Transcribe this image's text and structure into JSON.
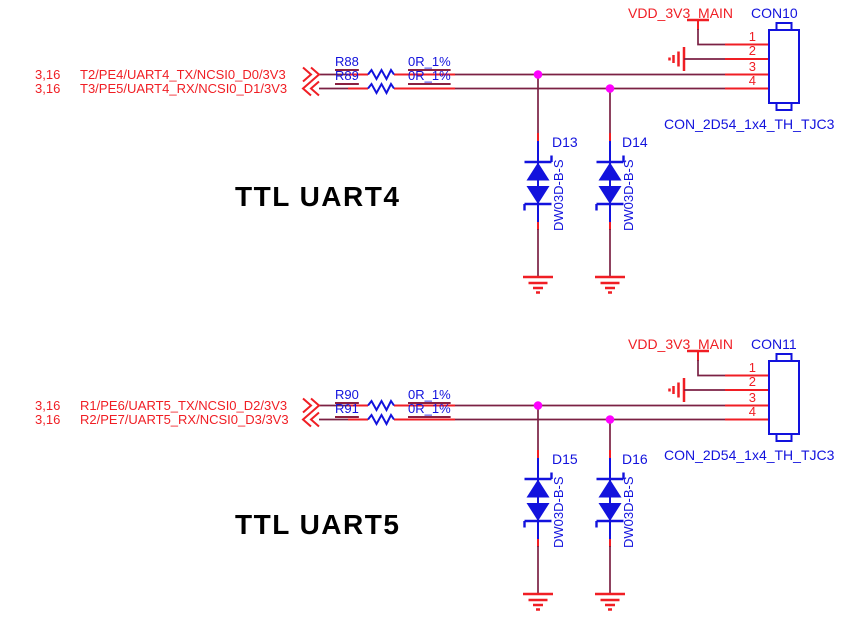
{
  "colors": {
    "wire": "#7b2144",
    "component_red": "#f01e24",
    "component_blue": "#1212dd",
    "junction": "#ff00ff",
    "title_text": "#000000",
    "background": "#ffffff"
  },
  "sections": [
    {
      "title": "TTL UART4",
      "rows": [
        {
          "refs": "3,16",
          "net": "T2/PE4/UART4_TX/NCSI0_D0/3V3",
          "res_ref": "R88",
          "res_val": "0R_1%"
        },
        {
          "refs": "3,16",
          "net": "T3/PE5/UART4_RX/NCSI0_D1/3V3",
          "res_ref": "R89",
          "res_val": "0R_1%"
        }
      ],
      "diodes": [
        {
          "ref": "D13",
          "part": "DW03D-B-S"
        },
        {
          "ref": "D14",
          "part": "DW03D-B-S"
        }
      ],
      "power_net": "VDD_3V3_MAIN",
      "conn_ref": "CON10",
      "conn_part": "CON_2D54_1x4_TH_TJC3",
      "pins": [
        "1",
        "2",
        "3",
        "4"
      ]
    },
    {
      "title": "TTL UART5",
      "rows": [
        {
          "refs": "3,16",
          "net": "R1/PE6/UART5_TX/NCSI0_D2/3V3",
          "res_ref": "R90",
          "res_val": "0R_1%"
        },
        {
          "refs": "3,16",
          "net": "R2/PE7/UART5_RX/NCSI0_D3/3V3",
          "res_ref": "R91",
          "res_val": "0R_1%"
        }
      ],
      "diodes": [
        {
          "ref": "D15",
          "part": "DW03D-B-S"
        },
        {
          "ref": "D16",
          "part": "DW03D-B-S"
        }
      ],
      "power_net": "VDD_3V3_MAIN",
      "conn_ref": "CON11",
      "conn_part": "CON_2D54_1x4_TH_TJC3",
      "pins": [
        "1",
        "2",
        "3",
        "4"
      ]
    }
  ]
}
